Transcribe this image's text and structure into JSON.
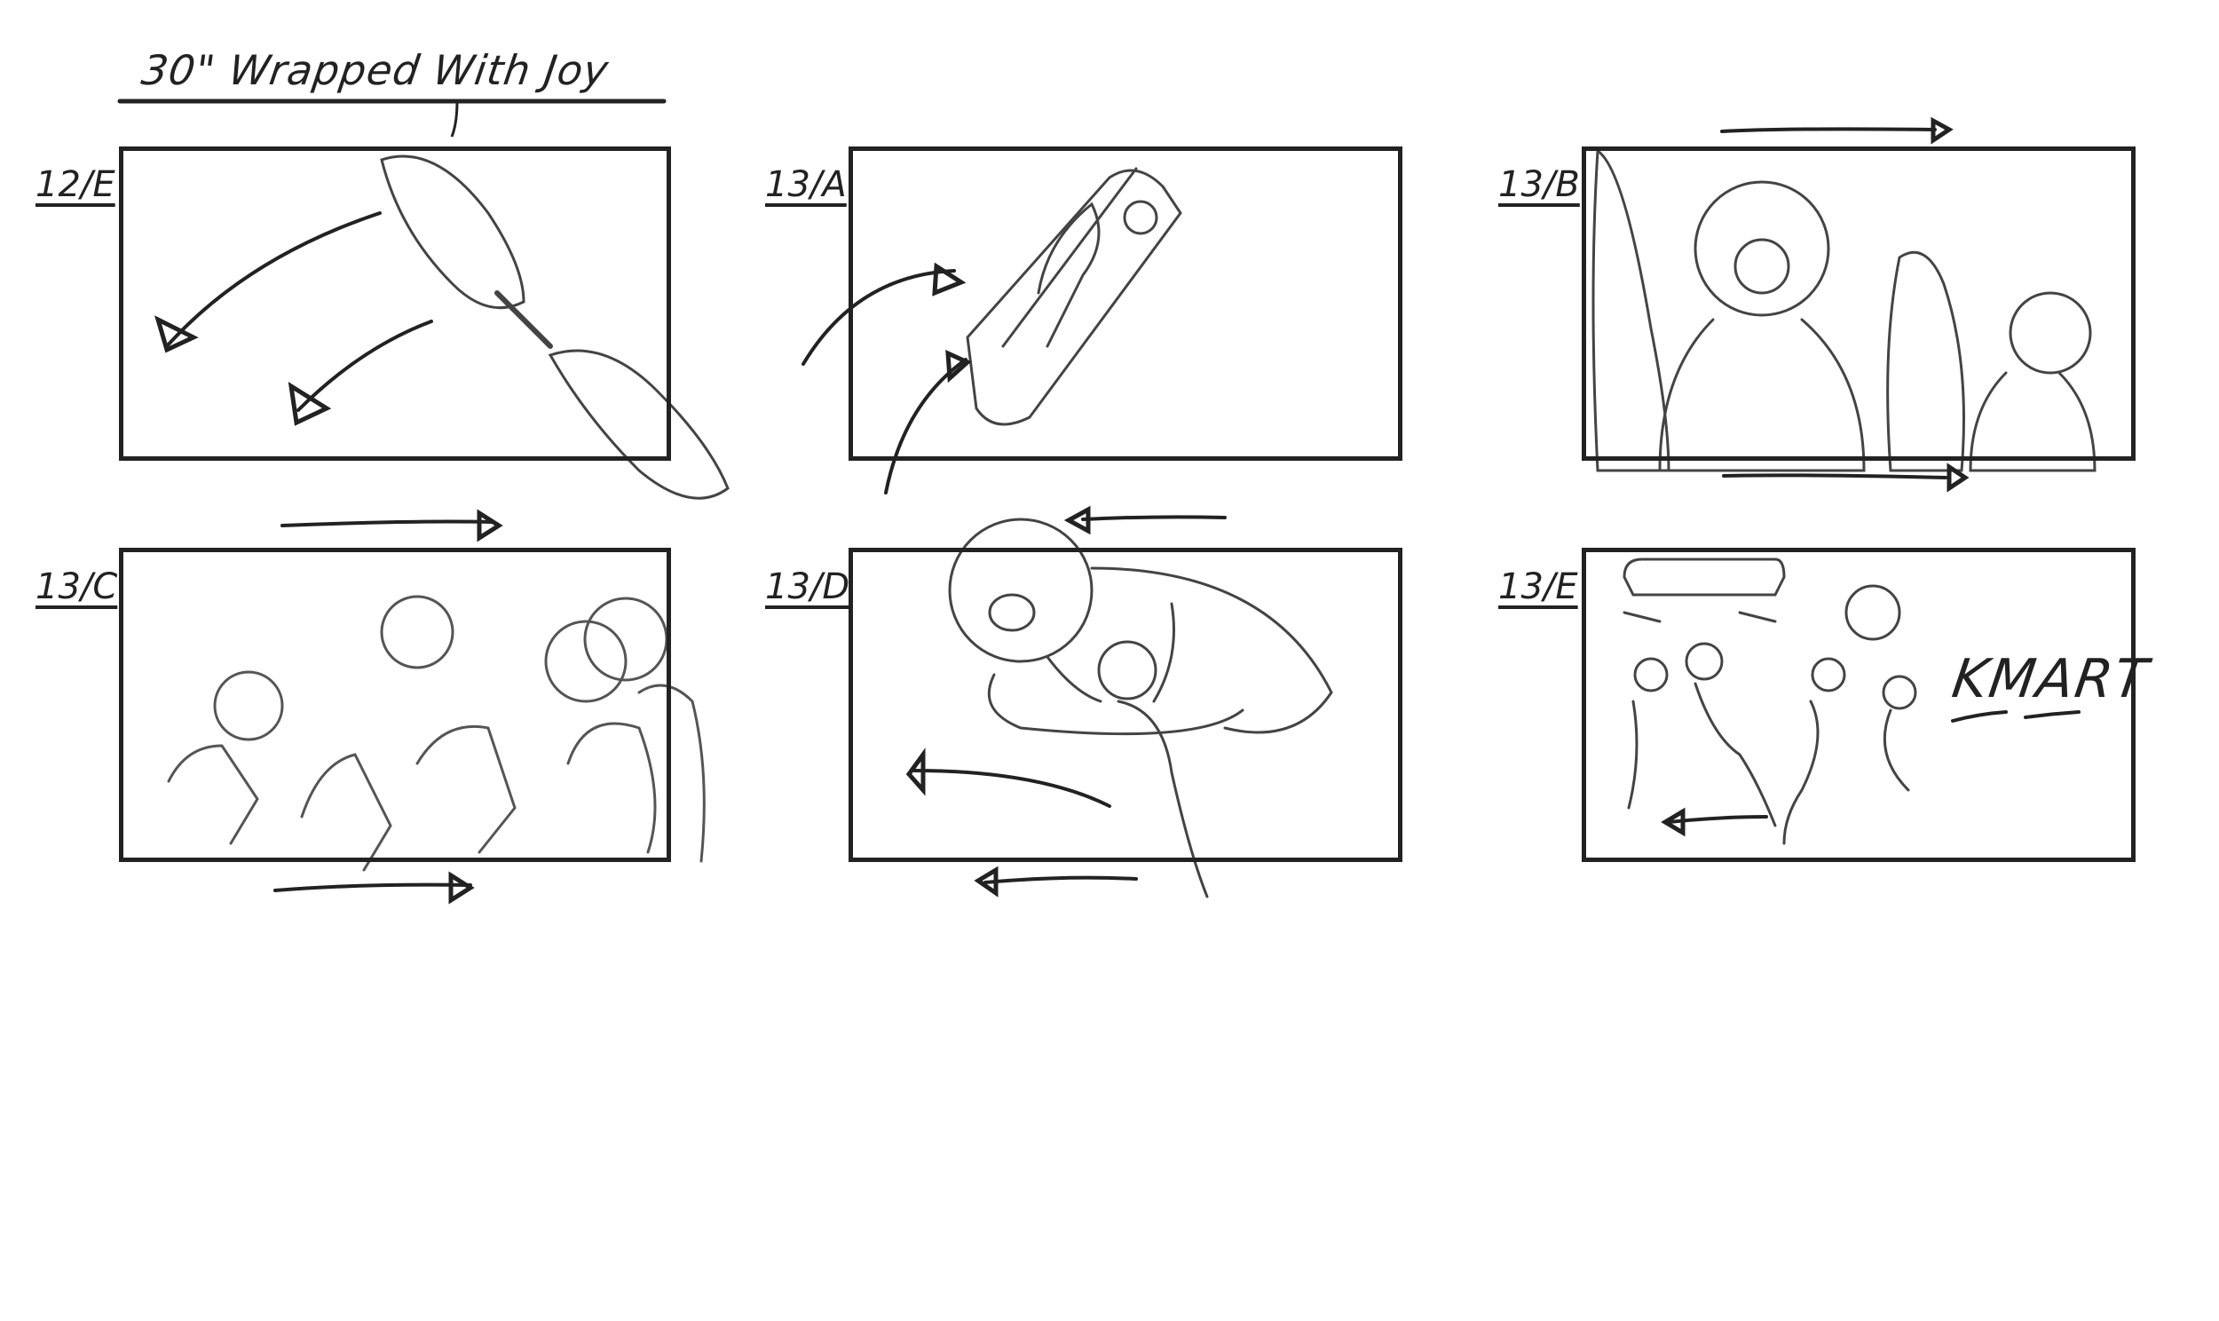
{
  "board": {
    "title": "30\" Wrapped With Joy",
    "panels": [
      {
        "label": "12/E"
      },
      {
        "label": "13/A"
      },
      {
        "label": "13/B"
      },
      {
        "label": "13/C"
      },
      {
        "label": "13/D"
      },
      {
        "label": "13/E"
      }
    ],
    "sign_text": "KMART"
  }
}
